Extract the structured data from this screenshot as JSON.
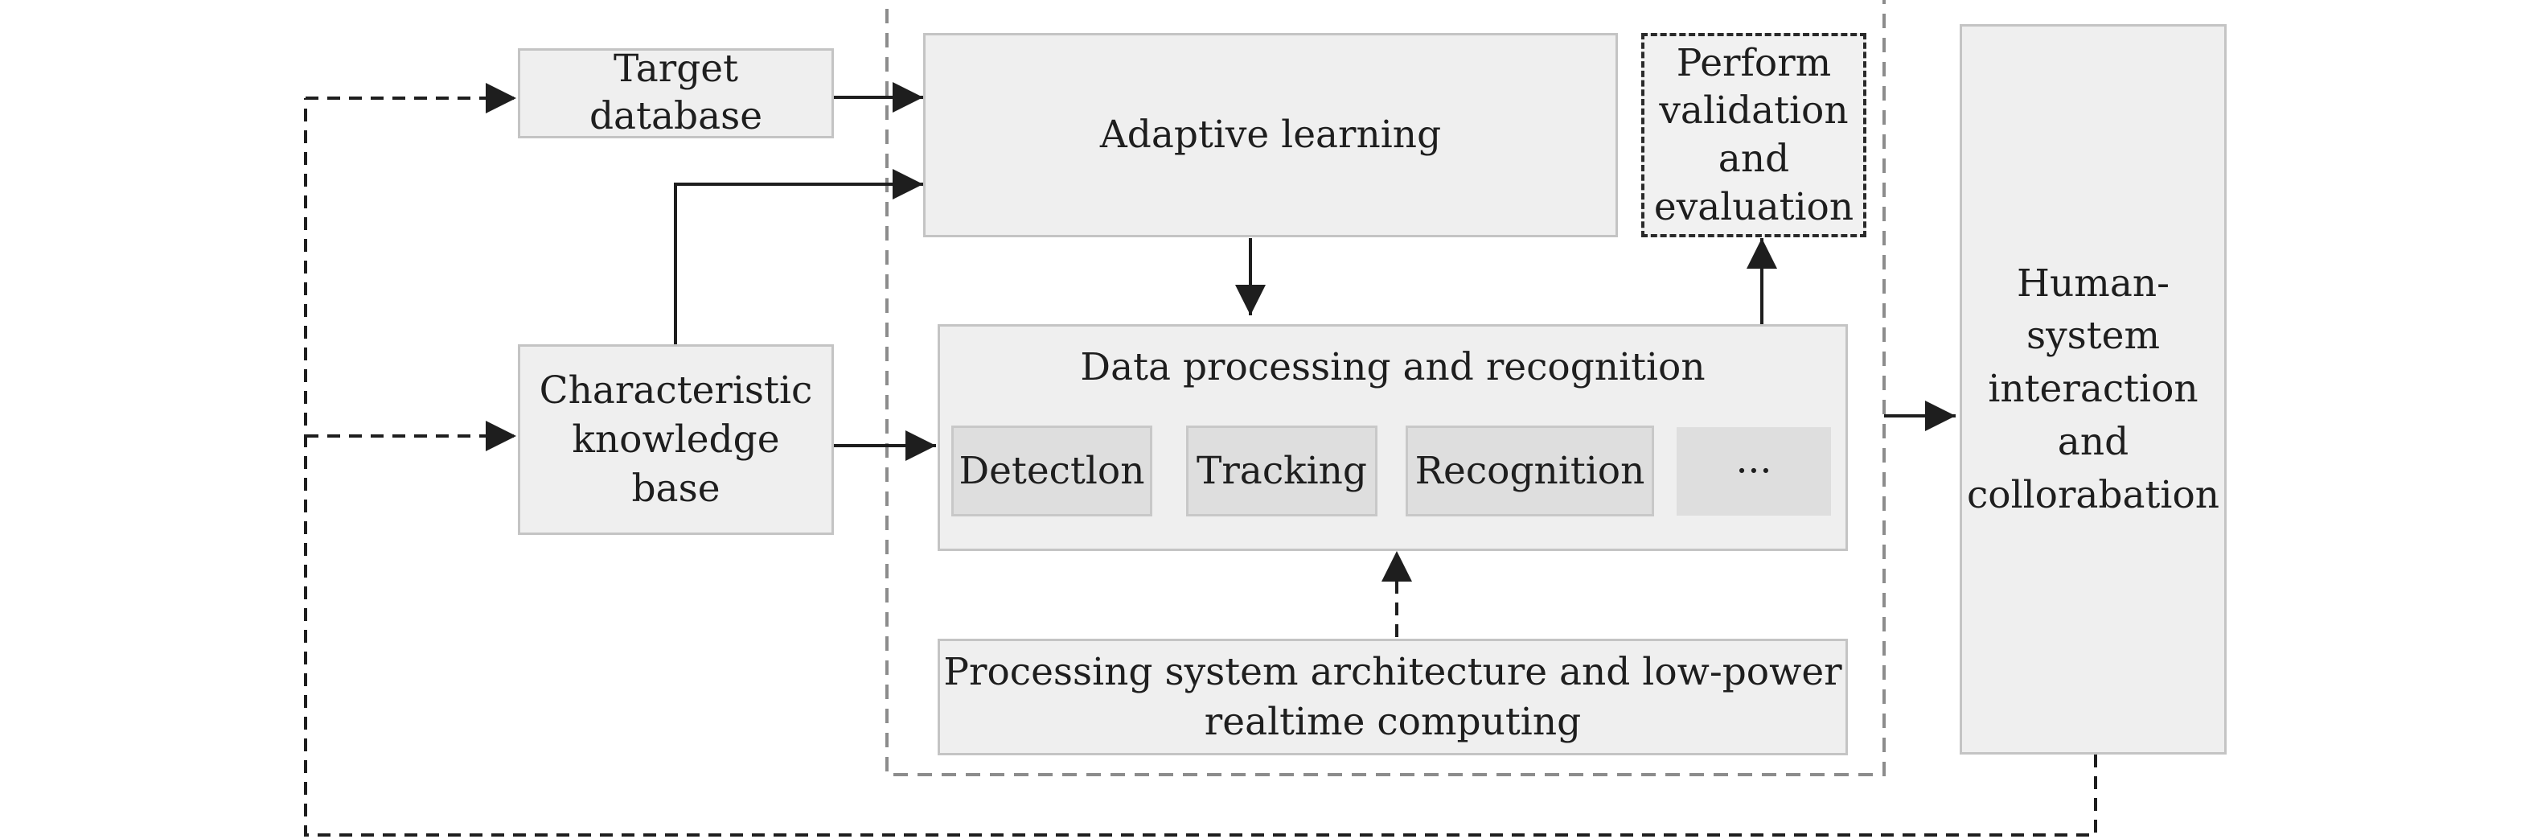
{
  "nodes": {
    "target_database": "Target\ndatabase",
    "adaptive_learning": "Adaptive learning",
    "perform_validation": "Perform\nvalidation\nand\nevaluation",
    "human_system": "Human-\nsystem\ninteraction\nand\ncollorabation",
    "characteristic_kb": "Characteristic\nknowledge\nbase",
    "data_processing": "Data processing and recognition",
    "detection": "Detectlon",
    "tracking": "Tracking",
    "recognition": "Recognition",
    "ellipsis": "···",
    "processing_system": "Processing system architecture and low-power\nrealtime computing"
  }
}
